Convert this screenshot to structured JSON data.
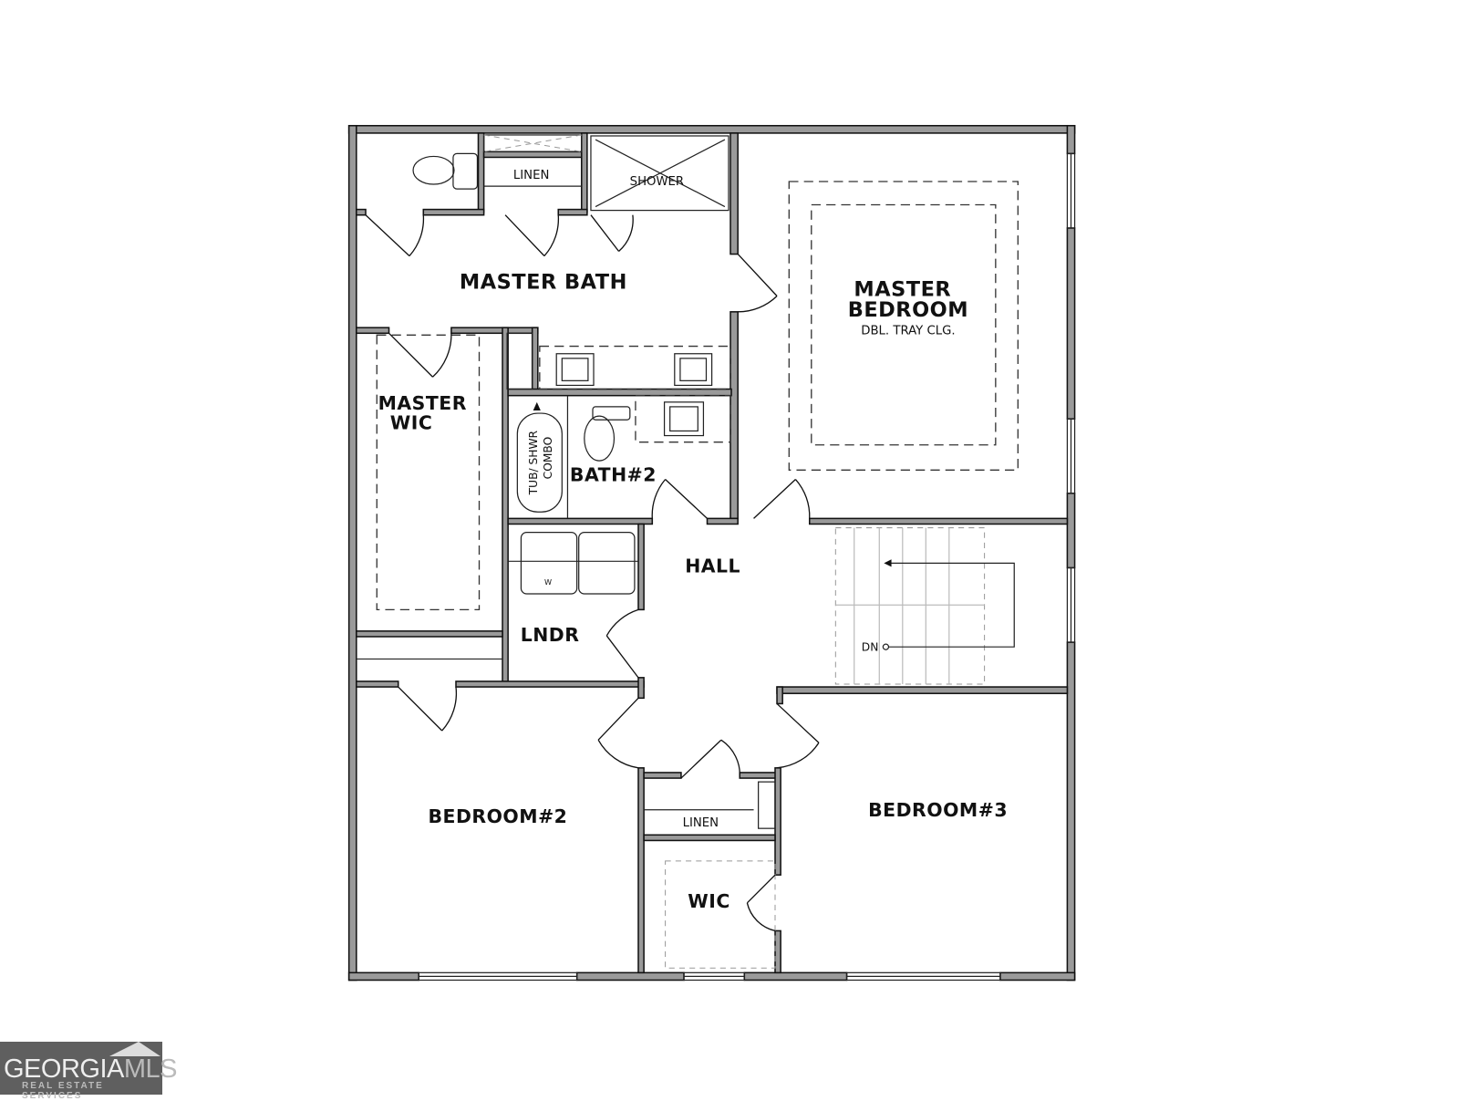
{
  "rooms": {
    "master_bath": "MASTER BATH",
    "master_bedroom_1": "MASTER",
    "master_bedroom_2": "BEDROOM",
    "master_bedroom_note": "DBL. TRAY CLG.",
    "master_wic_1": "MASTER",
    "master_wic_2": "WIC",
    "linen_top": "LINEN",
    "shower": "SHOWER",
    "tub_1": "TUB/ SHWR",
    "tub_2": "COMBO",
    "bath2": "BATH#2",
    "hall": "HALL",
    "laundry": "LNDR",
    "washer_mark": "W",
    "stairs_down": "DN",
    "bedroom2": "BEDROOM#2",
    "bedroom3": "BEDROOM#3",
    "linen_bottom": "LINEN",
    "wic": "WIC"
  },
  "logo": {
    "brand": "GEORGIA",
    "brand_suffix": "MLS",
    "tagline": "REAL ESTATE SERVICES"
  },
  "colors": {
    "wall_fill": "#9a9a9a",
    "wall_outline": "#111111",
    "logo_bg": "#5f5f5f"
  }
}
